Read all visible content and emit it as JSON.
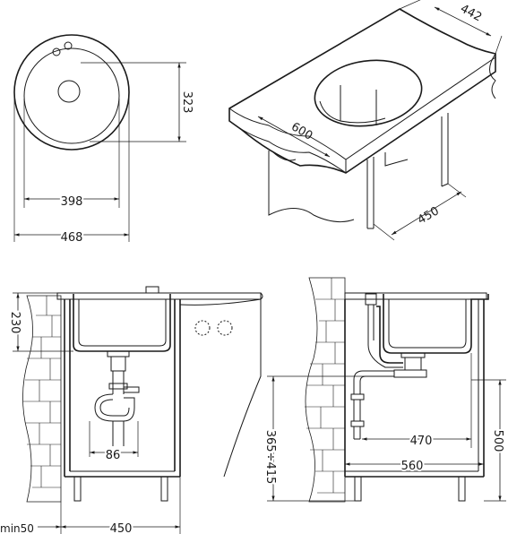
{
  "top_view": {
    "dim_height": "323",
    "dim_inner_width": "398",
    "dim_outer_width": "468"
  },
  "iso_view": {
    "dim_depth": "442",
    "dim_width": "600",
    "dim_cabinet": "450"
  },
  "front_view": {
    "dim_depth": "230",
    "dim_siphon": "86",
    "dim_cabinet_width": "450",
    "dim_min": "min50"
  },
  "side_view": {
    "dim_drain_height": "365÷415",
    "dim_inner": "470",
    "dim_cabinet_depth": "560",
    "dim_total_height": "500"
  }
}
